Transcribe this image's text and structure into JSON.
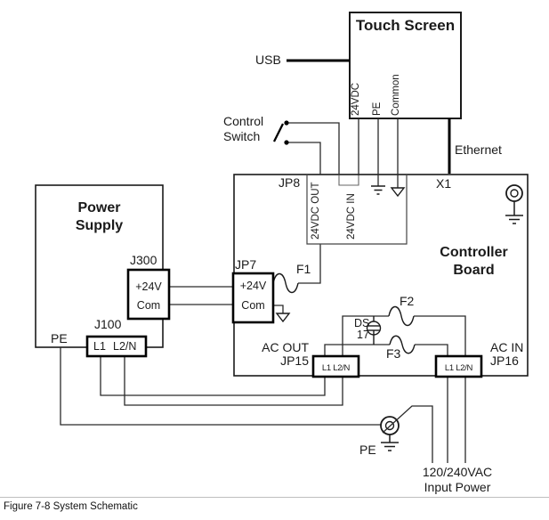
{
  "colors": {
    "line": "#1a1a1a",
    "thick_line": "#000000",
    "bg": "#ffffff"
  },
  "touch_screen": {
    "title": "Touch Screen",
    "pins": {
      "v24": "24VDC",
      "pe": "PE",
      "common": "Common"
    }
  },
  "external": {
    "usb": "USB",
    "ethernet": "Ethernet",
    "control_switch": {
      "line1": "Control",
      "line2": "Switch"
    },
    "pe": "PE",
    "input_power": {
      "line1": "120/240VAC",
      "line2": "Input Power"
    }
  },
  "power_supply": {
    "title": {
      "line1": "Power",
      "line2": "Supply"
    },
    "pe": "PE",
    "j300": {
      "name": "J300",
      "pin1": "+24V",
      "pin2": "Com"
    },
    "j100": {
      "name": "J100",
      "pin1": "L1",
      "pin2": "L2/N"
    }
  },
  "controller_board": {
    "title": {
      "line1": "Controller",
      "line2": "Board"
    },
    "x1": "X1",
    "jp8": {
      "name": "JP8",
      "out": "24VDC OUT",
      "in": "24VDC IN"
    },
    "jp7": {
      "name": "JP7",
      "pin1": "+24V",
      "pin2": "Com"
    },
    "fuses": {
      "f1": "F1",
      "f2": "F2",
      "f3": "F3"
    },
    "lamp": {
      "line1": "DS",
      "line2": "17"
    },
    "jp15": {
      "label1": "AC OUT",
      "label2": "JP15",
      "terminals": "L1 L2/N"
    },
    "jp16": {
      "label1": "AC IN",
      "label2": "JP16",
      "terminals": "L1 L2/N"
    }
  },
  "caption": "Figure 7-8   System Schematic"
}
